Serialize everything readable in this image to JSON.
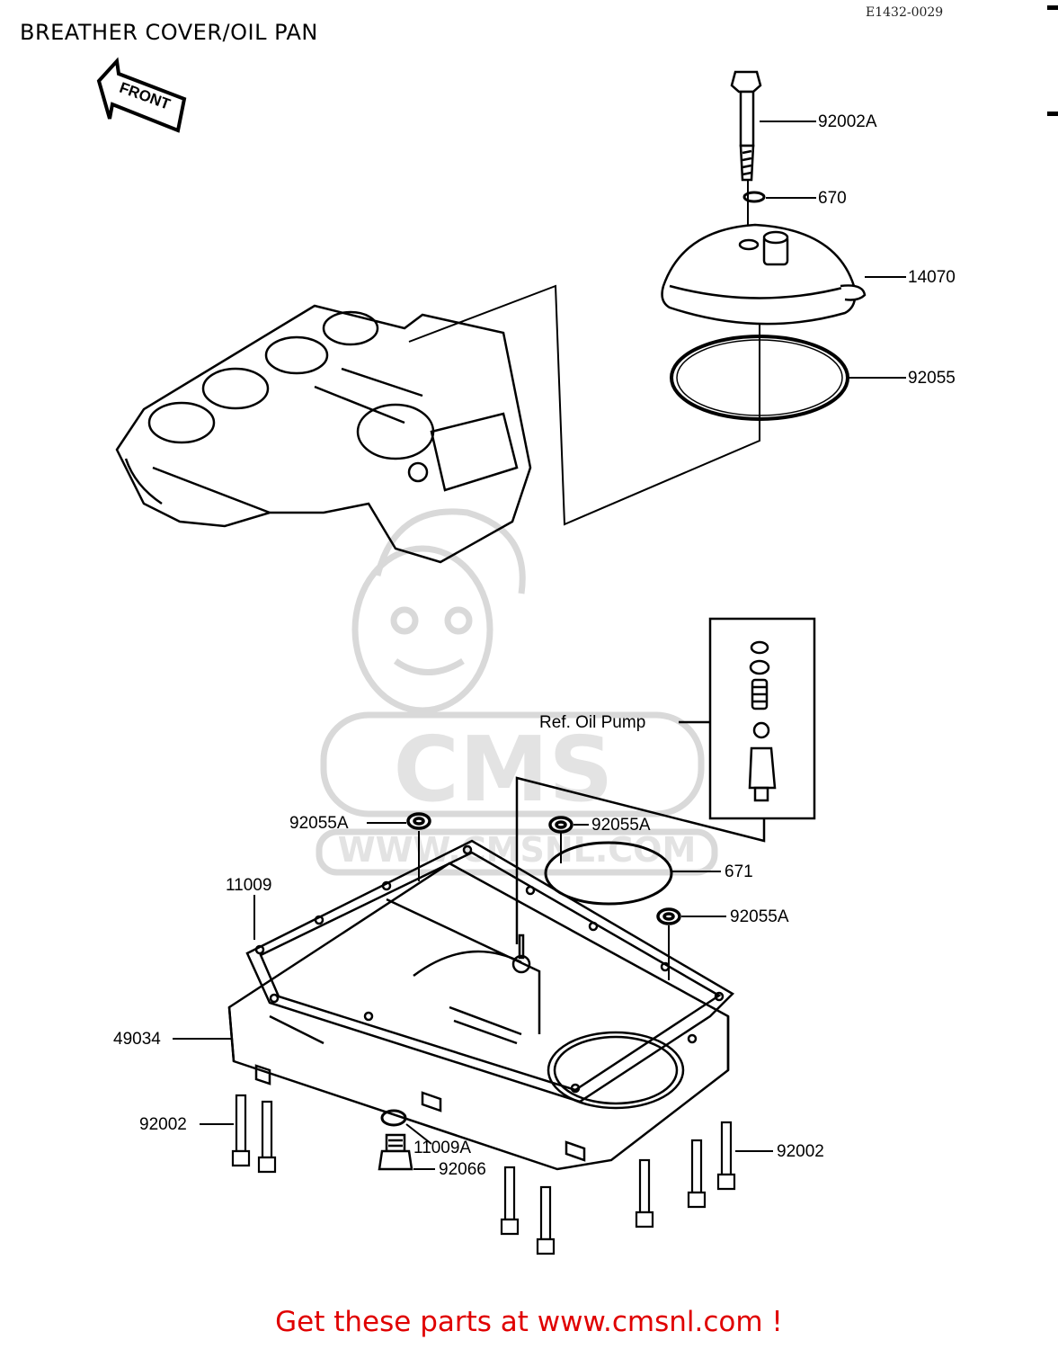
{
  "page": {
    "title": "BREATHER COVER/OIL PAN",
    "ref_code": "E1432-0029",
    "footer": "Get these parts at www.cmsnl.com !"
  },
  "diagram": {
    "front_arrow": "FRONT",
    "ref_label": "Ref.  Oil Pump",
    "watermark": {
      "logo_text": "CMS",
      "url_text": "WWW.CMSNL.COM"
    },
    "callouts": {
      "bolt_top": "92002A",
      "washer_top": "670",
      "breather_cover": "14070",
      "cover_gasket": "92055",
      "oring_left": "92055A",
      "oring_center": "92055A",
      "oring_right": "92055A",
      "pump_oring": "671",
      "pan_gasket": "11009",
      "oil_pan": "49034",
      "bolts_left": "92002",
      "bolts_right": "92002",
      "drain_gasket": "11009A",
      "drain_plug": "92066"
    },
    "colors": {
      "line": "#000000",
      "watermark": "#d9d9d9",
      "footer": "#e00000"
    }
  }
}
